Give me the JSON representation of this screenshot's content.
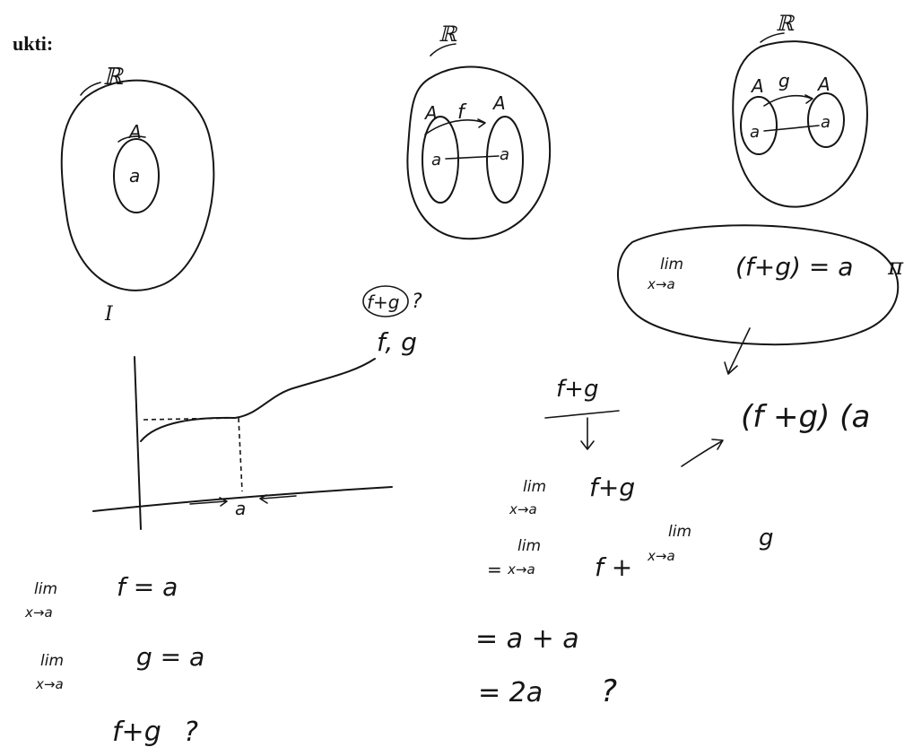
{
  "heading": "ukti:",
  "diagram1": {
    "set_label": "ℝ",
    "subset_label": "A",
    "element_label": "a",
    "roman_label": "I"
  },
  "diagram2": {
    "set_label": "ℝ",
    "left_label": "A",
    "func_label": "f",
    "right_label": "A",
    "left_elem": "a",
    "right_elem": "a"
  },
  "diagram3": {
    "set_label": "ℝ",
    "left_label": "A",
    "func_label": "g",
    "right_label": "A",
    "left_elem": "a",
    "right_elem": "a"
  },
  "graph": {
    "bubble": "f+g",
    "bubble_mark": "?",
    "curve_label": "f, g",
    "axis_point": "a"
  },
  "oval_note": {
    "lim": "lim",
    "sub": "x→a",
    "expr": "(f+g) = a",
    "tail": "π"
  },
  "middle": {
    "fraction_top": "f+g",
    "lim1": "lim",
    "sub1": "x→a",
    "expr1": "f+g",
    "bracket_expr": "(f +g) (a",
    "eq_sign": "=",
    "lim2a": "lim",
    "sub2a": "x→a",
    "plus_f": "f +",
    "lim2b": "lim",
    "sub2b": "x→a",
    "g2": "g",
    "line3": "= a + a",
    "line4": "= 2a",
    "line4_mark": "?"
  },
  "bottom_left": {
    "lim1": "lim",
    "sub1": "x→a",
    "expr1": "f = a",
    "lim2": "lim",
    "sub2": "x→a",
    "expr2": "g  =  a",
    "line3": "f+g",
    "line3_mark": "?"
  }
}
